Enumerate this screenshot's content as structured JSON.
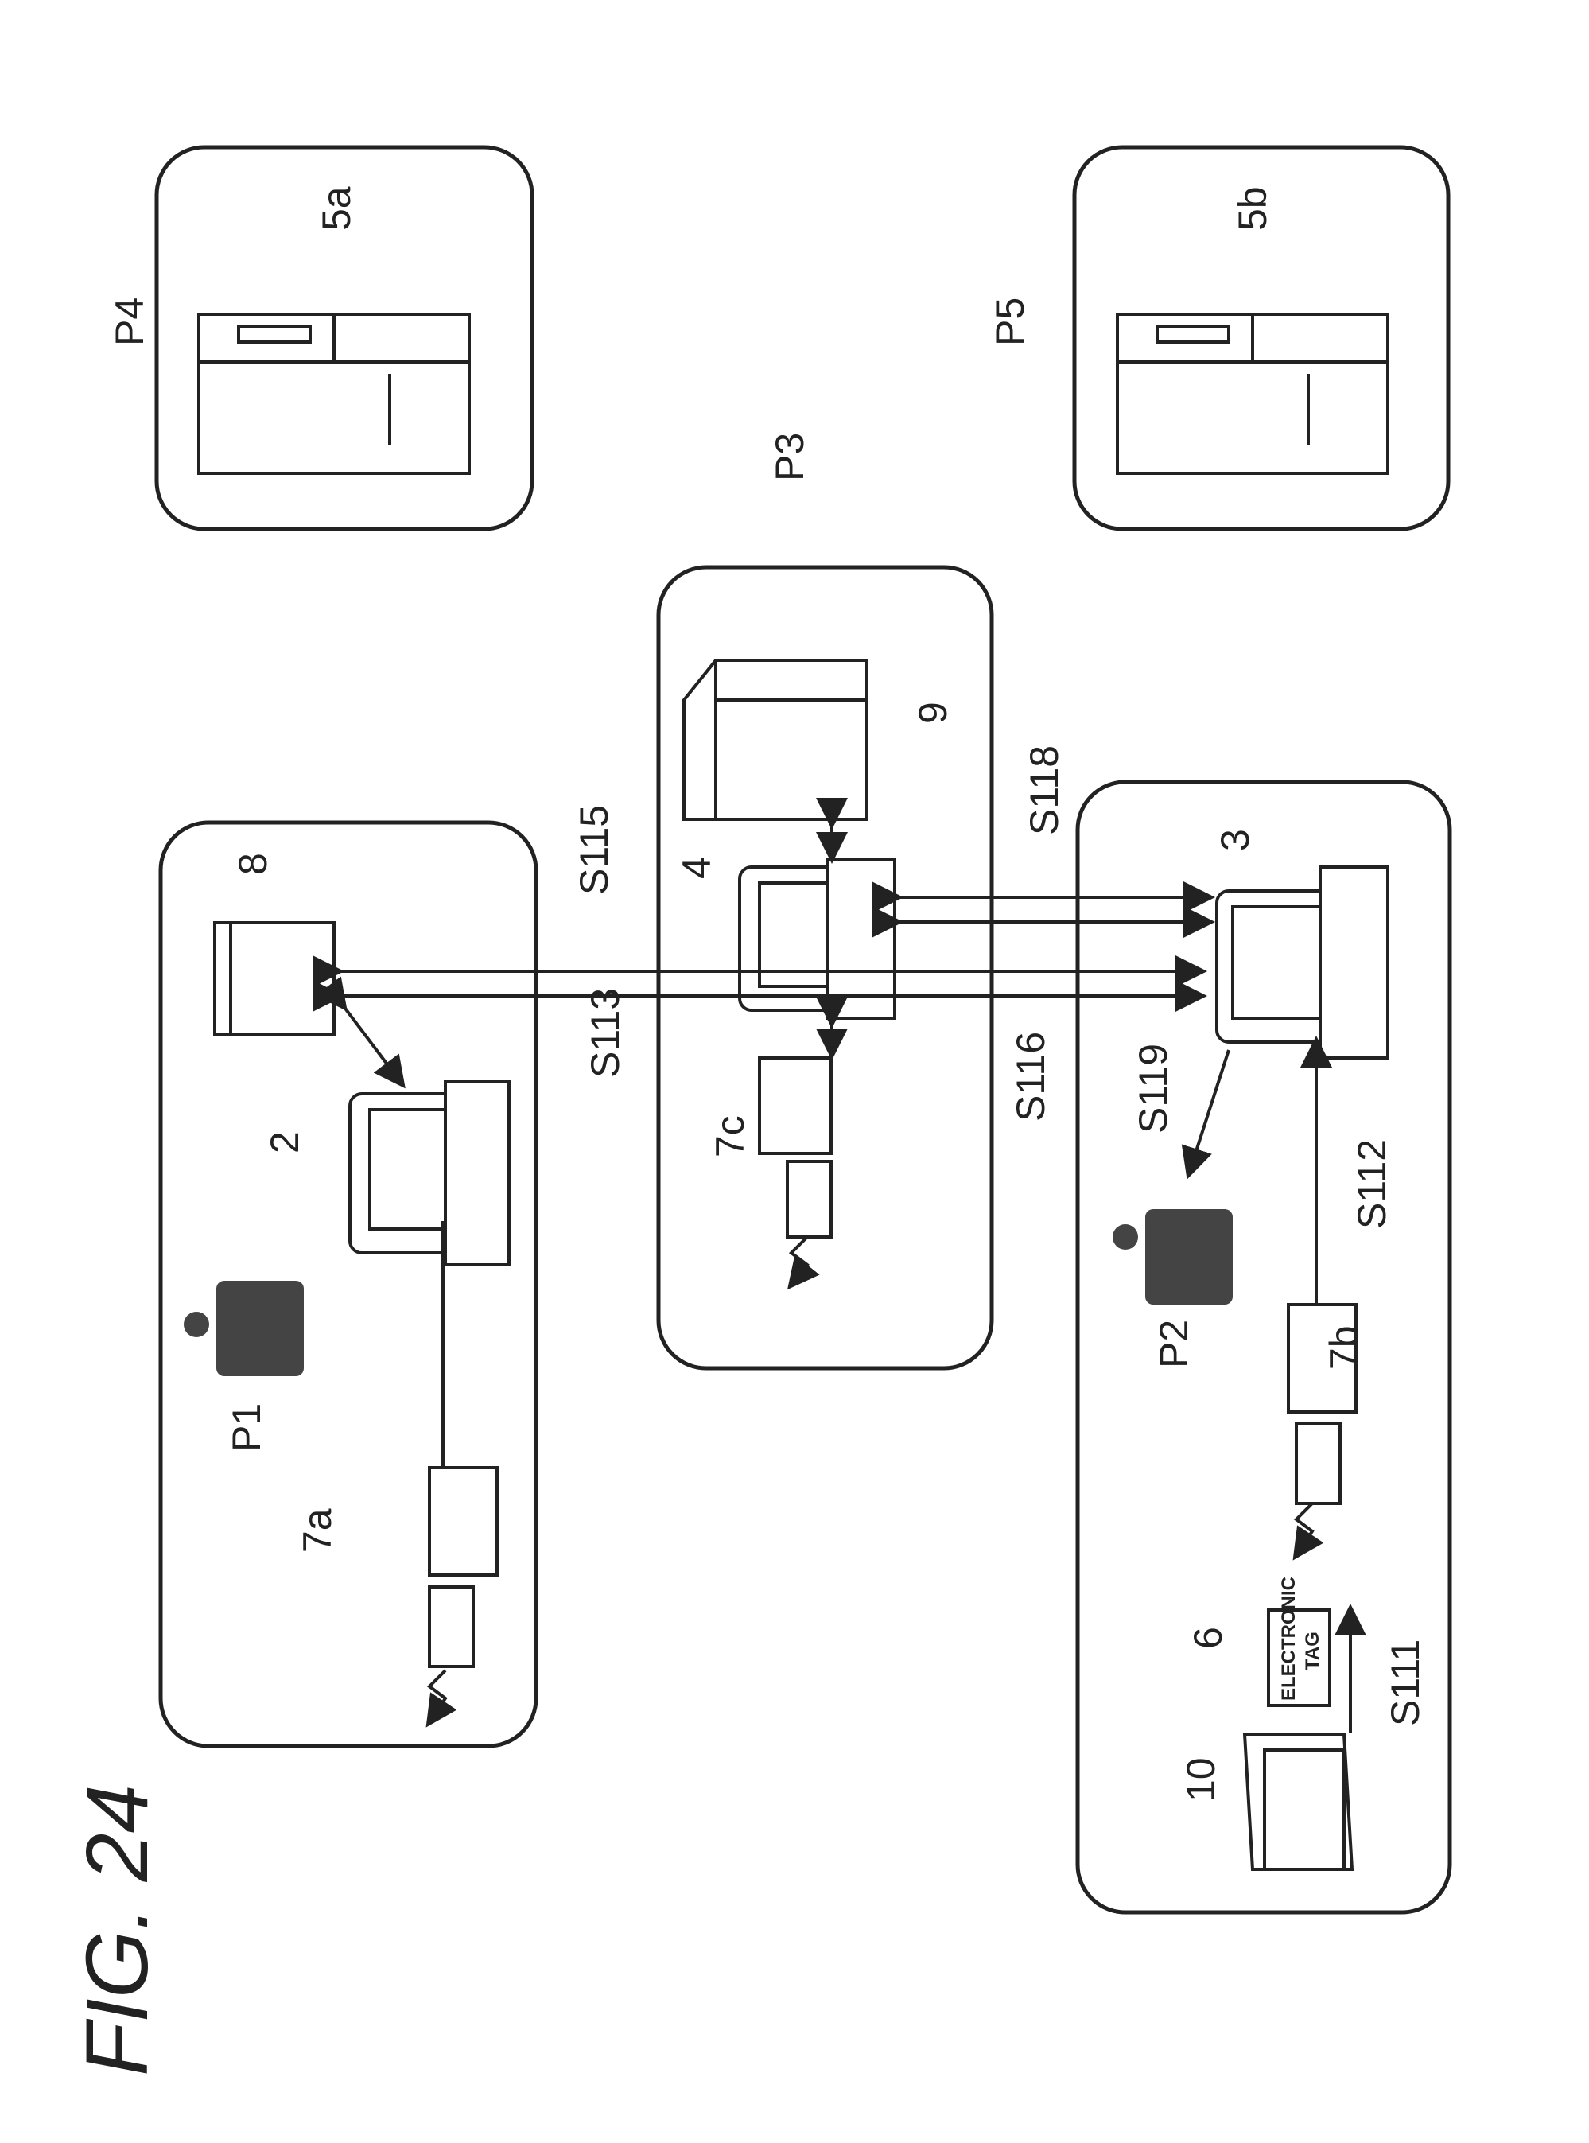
{
  "figure_title": "FIG. 24",
  "places": {
    "p1": "P1",
    "p2": "P2",
    "p3": "P3",
    "p4": "P4",
    "p5": "P5"
  },
  "devices": {
    "terminal_2": "2",
    "terminal_3": "3",
    "terminal_4": "4",
    "computer_5a": "5a",
    "computer_5b": "5b",
    "tag_6": "6",
    "reader_7a": "7a",
    "reader_7b": "7b",
    "reader_7c": "7c",
    "server_8": "8",
    "server_9": "9",
    "article_10": "10"
  },
  "electronic_tag": {
    "line1": "ELECTRONIC",
    "line2": "TAG"
  },
  "steps": {
    "s111": "S111",
    "s112": "S112",
    "s113": "S113",
    "s115": "S115",
    "s116": "S116",
    "s118": "S118",
    "s119": "S119"
  }
}
